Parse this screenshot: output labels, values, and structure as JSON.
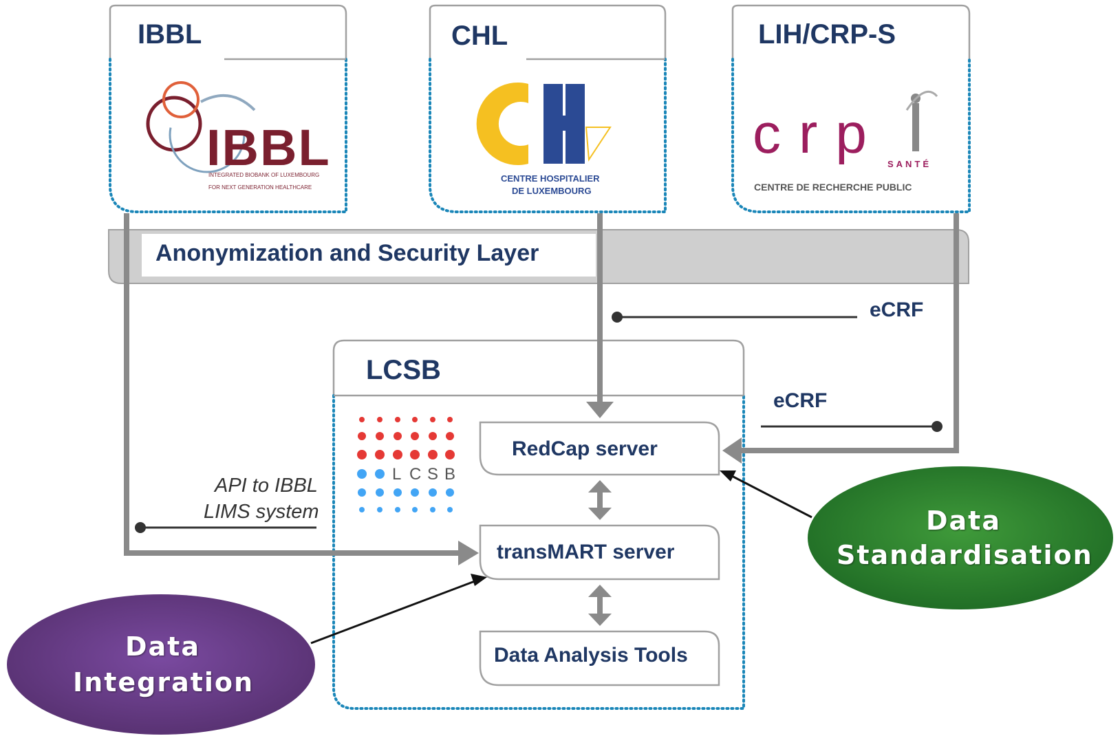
{
  "institutions": [
    {
      "id": "ibbl",
      "title": "IBBL",
      "logo": {
        "wordmark": "IBBL",
        "line1": "INTEGRATED BIOBANK OF LUXEMBOURG",
        "line2": "FOR NEXT GENERATION HEALTHCARE"
      }
    },
    {
      "id": "chl",
      "title": "CHL",
      "logo": {
        "line1": "CENTRE HOSPITALIER",
        "line2": "DE LUXEMBOURG"
      }
    },
    {
      "id": "lih",
      "title": "LIH/CRP-S",
      "logo": {
        "wordmark": "crp",
        "sante": "SANTÉ",
        "line1": "CENTRE DE RECHERCHE PUBLIC"
      }
    }
  ],
  "security_layer": "Anonymization and Security Layer",
  "ecrf_labels": [
    "eCRF",
    "eCRF"
  ],
  "lcsb": {
    "title": "LCSB",
    "logo_letters": [
      "L",
      "C",
      "S",
      "B"
    ],
    "servers": [
      "RedCap server",
      "transMART server",
      "Data Analysis Tools"
    ]
  },
  "api_label": {
    "line1": "API to IBBL",
    "line2": "LIMS system"
  },
  "ellipses": {
    "standardisation": {
      "line1": "Data",
      "line2": "Standardisation",
      "color": "#2e7d32"
    },
    "integration": {
      "line1": "Data",
      "line2": "Integration",
      "color": "#6a3d8a"
    }
  },
  "colors": {
    "title_text": "#1f3763",
    "arrow": "#8a8a8a",
    "dotted_border": "#1a86b8",
    "layer_band": "#cccccc"
  }
}
